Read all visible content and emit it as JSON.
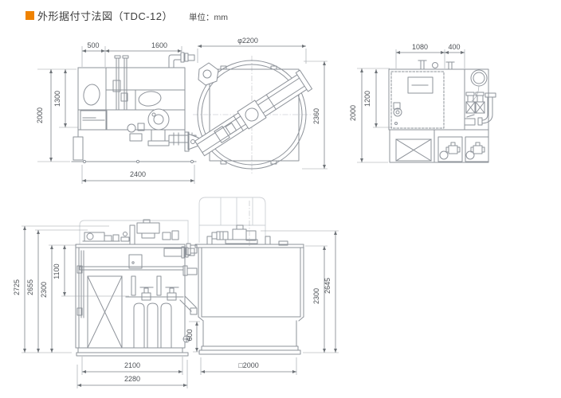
{
  "page": {
    "title": "外形据付寸法図（TDC-12）",
    "model": "TDC-12",
    "unit_label": "単位：mm"
  },
  "colors": {
    "accent": "#ef8200",
    "drawing_line": "#8e939a",
    "dimension_text": "#4d5156",
    "phantom_line": "#cdd0d4"
  },
  "views": {
    "side": {
      "dims": {
        "w500": "500",
        "w1600": "1600",
        "h2000": "2000",
        "h1300": "1300",
        "w2400": "2400"
      }
    },
    "plan": {
      "dims": {
        "diameter": "φ2200",
        "h2360": "2360"
      }
    },
    "rear": {
      "dims": {
        "w1080": "1080",
        "w400": "400",
        "h2000": "2000",
        "h1200": "1200"
      }
    },
    "front": {
      "dims": {
        "h2725": "2725",
        "h2655": "2655",
        "h2300": "2300",
        "h1100": "1100",
        "w2100": "2100",
        "w2280": "2280"
      }
    },
    "tank": {
      "dims": {
        "h600": "600",
        "h2300": "2300",
        "h2645": "2645",
        "w2000": "□2000"
      }
    }
  }
}
